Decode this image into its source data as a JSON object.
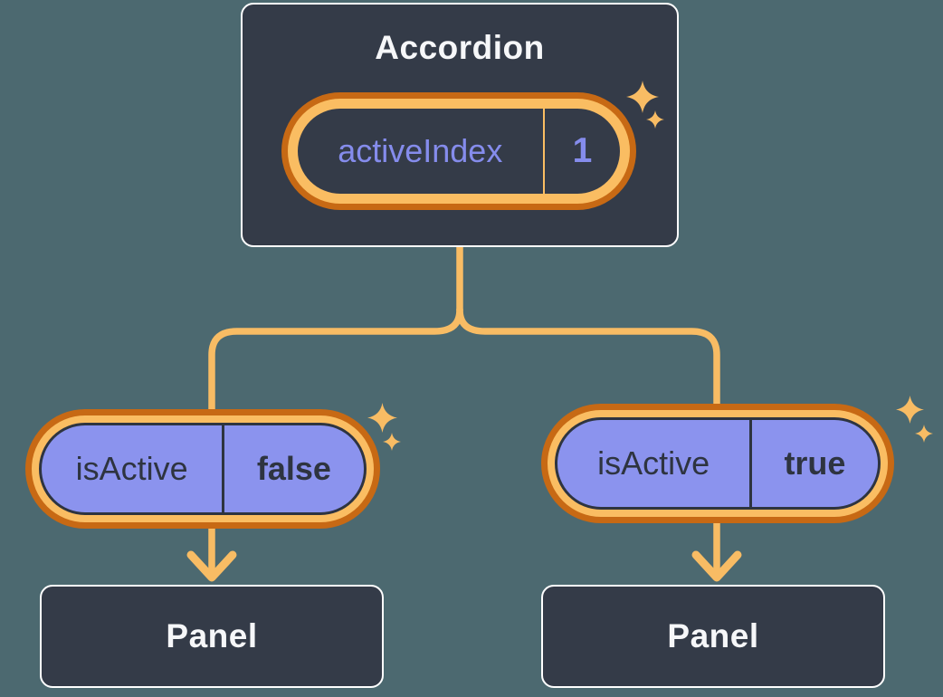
{
  "diagram": {
    "description": "React component tree: Accordion holding activeIndex state, passing isActive props to two Panels"
  },
  "colors": {
    "bg": "#4C6970",
    "card": "#343B48",
    "cardBorder": "#FFFFFF",
    "line": "#F8BC64",
    "ringOuter": "#C76914",
    "ringInner": "#FABD62",
    "purpleFill": "#8B93EE",
    "purpleText": "#858CEC",
    "darkText": "#2E3440",
    "lightText": "#F6F7F9"
  },
  "accordion": {
    "title": "Accordion",
    "state_pill": {
      "label": "activeIndex",
      "value": "1"
    }
  },
  "children": [
    {
      "prop_pill": {
        "label": "isActive",
        "value": "false"
      },
      "panel": {
        "label": "Panel"
      }
    },
    {
      "prop_pill": {
        "label": "isActive",
        "value": "true"
      },
      "panel": {
        "label": "Panel"
      }
    }
  ],
  "icons": {
    "sparkle": "four-point-star"
  }
}
